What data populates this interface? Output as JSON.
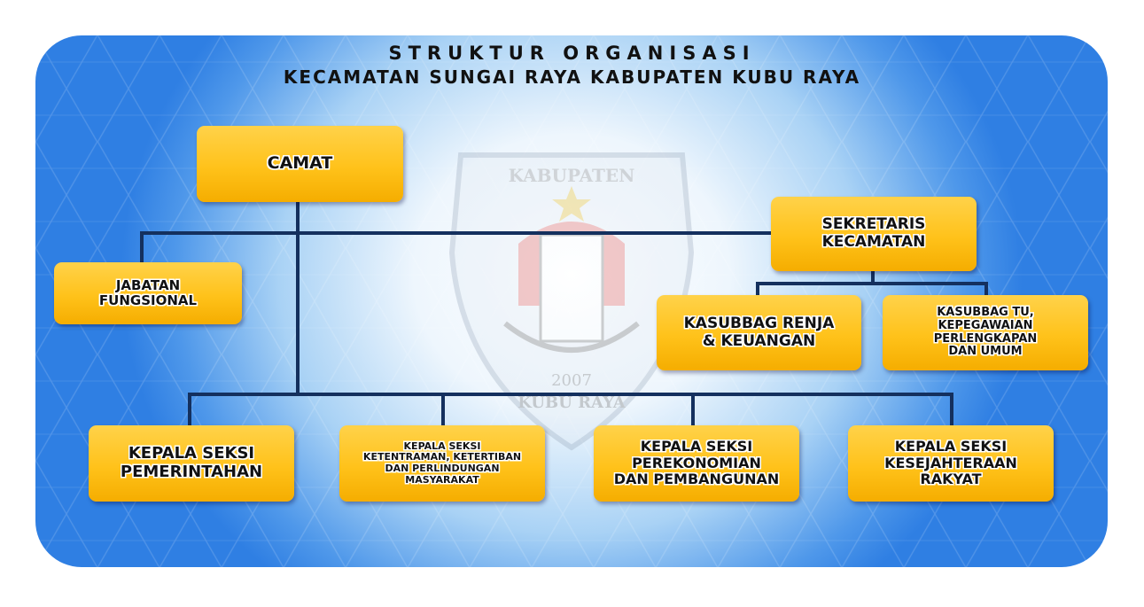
{
  "title": {
    "line1": "STRUKTUR ORGANISASI",
    "line2": "KECAMATAN SUNGAI RAYA KABUPATEN KUBU RAYA"
  },
  "logo": {
    "top_text": "KABUPATEN",
    "year": "2007",
    "bottom_text": "KUBU RAYA"
  },
  "nodes": {
    "camat": "CAMAT",
    "sekretaris": "SEKRETARIS\nKECAMATAN",
    "jabatan": "JABATAN\nFUNGSIONAL",
    "renja": "KASUBBAG RENJA\n& KEUANGAN",
    "tu": "KASUBBAG TU,\nKEPEGAWAIAN\nPERLENGKAPAN\nDAN UMUM",
    "pemerintahan": "KEPALA SEKSI\nPEMERINTAHAN",
    "ketentraman": "KEPALA SEKSI\nKETENTRAMAN, KETERTIBAN\nDAN  PERLINDUNGAN\nMASYARAKAT",
    "perekonomian": "KEPALA SEKSI\nPEREKONOMIAN\nDAN PEMBANGUNAN",
    "kesejahteraan": "KEPALA SEKSI\nKESEJAHTERAAN\nRAKYAT"
  },
  "colors": {
    "box": "#ffc21a",
    "line": "#14305e",
    "bg": "#2f7fe3"
  }
}
